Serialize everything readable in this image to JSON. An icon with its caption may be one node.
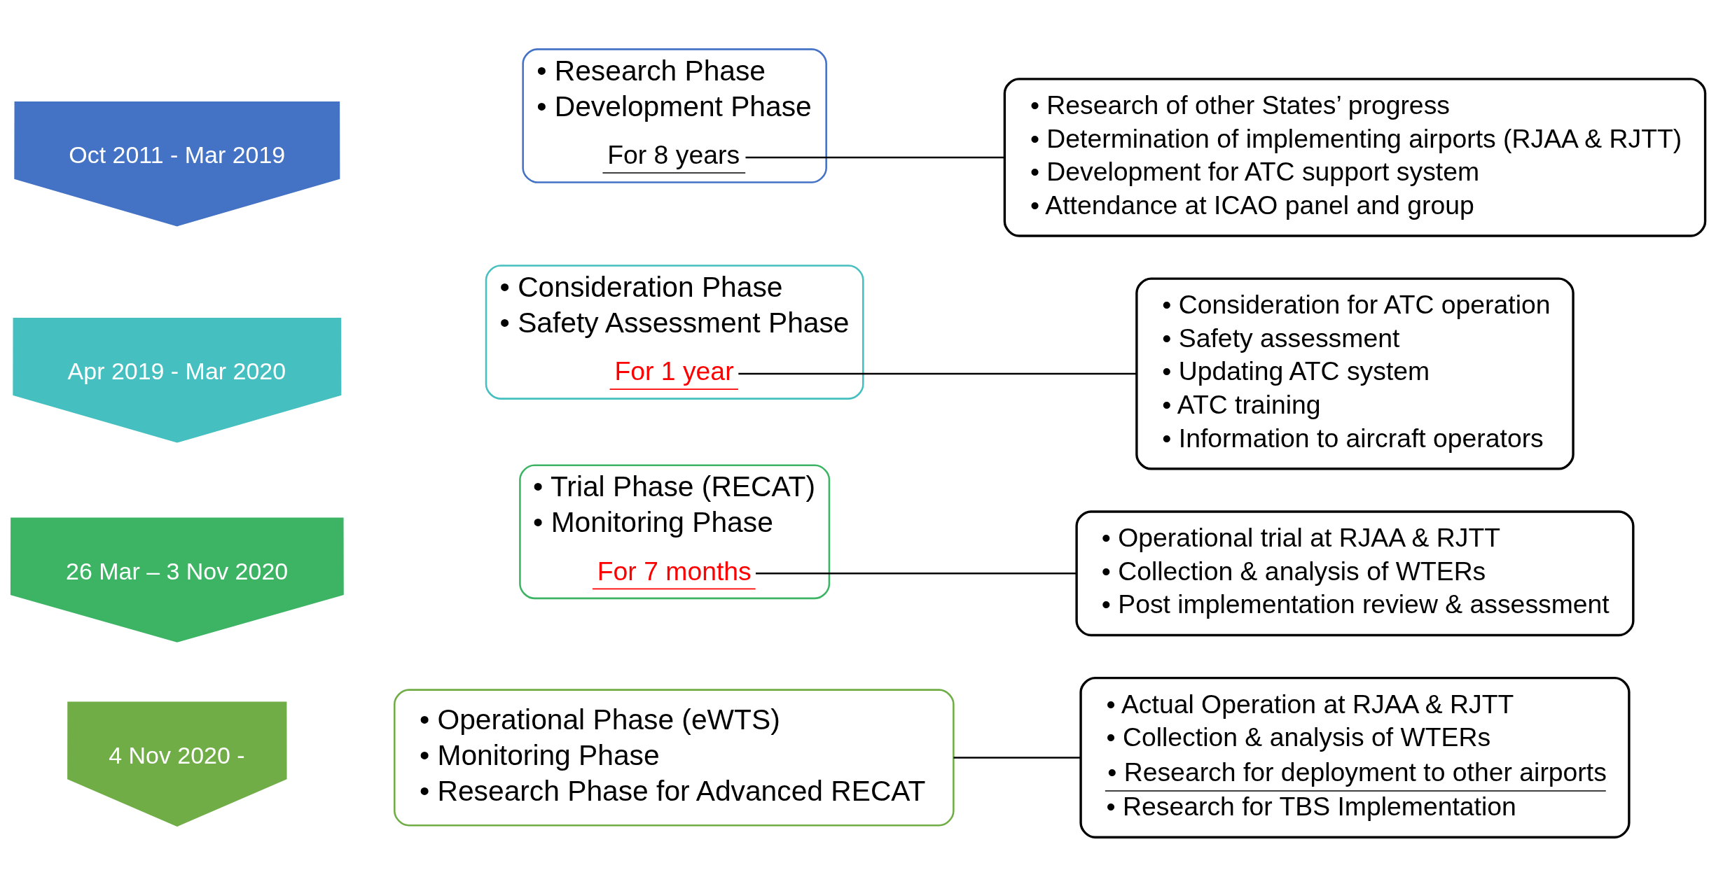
{
  "diagram": {
    "nodes": [
      {
        "text": [
          "Oct 2011 - Mar 2019"
        ]
      },
      {
        "text": [
          "• Research Phase",
          "• Development Phase"
        ]
      },
      {
        "text": [
          "For 8 years"
        ],
        "in": 1
      },
      {
        "text": [
          "• Research of other States’ progress",
          "• Determination of implementing airports (RJAA & RJTT)",
          "• Development for ATC support system",
          "• Attendance at ICAO panel and group"
        ]
      },
      {
        "text": [
          "Apr 2019 - Mar 2020"
        ]
      },
      {
        "text": [
          "• Consideration Phase",
          "• Safety Assessment Phase"
        ]
      },
      {
        "text": [
          "For 1 year"
        ],
        "in": 5
      },
      {
        "text": [
          "• Consideration for ATC operation",
          "• Safety assessment",
          "• Updating ATC system",
          "• ATC training",
          "• Information to aircraft operators"
        ]
      },
      {
        "text": [
          "26 Mar – 3 Nov 2020"
        ]
      },
      {
        "text": [
          "• Trial Phase (RECAT)",
          "• Monitoring Phase"
        ]
      },
      {
        "text": [
          "For 7 months"
        ],
        "in": 9
      },
      {
        "text": [
          "• Operational trial at RJAA & RJTT",
          "• Collection & analysis of WTERs",
          "• Post implementation review & assessment"
        ]
      },
      {
        "text": [
          "4 Nov 2020 -"
        ]
      },
      {
        "text": [
          "• Operational Phase (eWTS)",
          "• Monitoring Phase",
          "• Research Phase for Advanced RECAT"
        ]
      },
      {
        "text": [
          "• Actual Operation at RJAA & RJTT",
          "• Collection & analysis of WTERs",
          "• Research for deployment to other airports",
          "• Research for TBS Implementation"
        ]
      }
    ],
    "edges": [
      {
        "from": 2,
        "to": 3,
        "arrow": "none"
      },
      {
        "from": 6,
        "to": 7,
        "arrow": "none"
      },
      {
        "from": 10,
        "to": 11,
        "arrow": "none"
      },
      {
        "from": 13,
        "to": 14,
        "arrow": "none"
      }
    ]
  }
}
